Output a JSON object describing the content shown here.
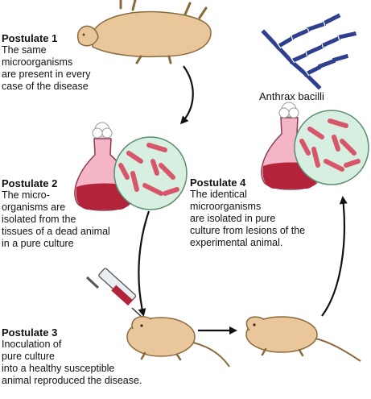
{
  "postulates": [
    {
      "title": "Postulate 1",
      "text": "The same\nmicroorganisms\nare present in every\ncase of the disease"
    },
    {
      "title": "Postulate 2",
      "text": "The micro-\norganisms are\nisolated from the\ntissues of a dead animal\nin a pure culture"
    },
    {
      "title": "Postulate 3",
      "text": "Inoculation of\npure culture\ninto a healthy susceptible\nanimal reproduced the disease."
    },
    {
      "title": "Postulate 4",
      "text": "The identical\nmicroorganisms\nare isolated in pure\nculture from lesions of the\nexperimental animal."
    }
  ],
  "bacilli_label": "Anthrax bacilli",
  "icons": [
    "dead-sheep-icon",
    "flask-icon",
    "bacteria-culture-icon",
    "syringe-icon",
    "rat-icon",
    "anthrax-bacilli-icon",
    "arrow-icon"
  ],
  "colors": {
    "animal_fill": "#e9c79a",
    "animal_outline": "#8a6a3c",
    "flask_fill": "#f4b6c6",
    "culture_liquid": "#b3243b",
    "petri_fill": "#d6efe0",
    "bacteria": "#d8566a",
    "bacilli_blue": "#2e3f8f",
    "arrow": "#111111"
  }
}
